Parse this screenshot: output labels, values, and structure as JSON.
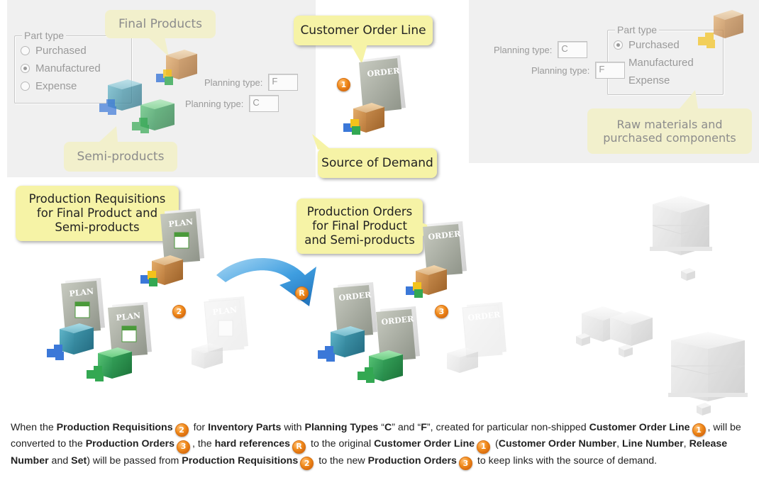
{
  "top_left_panel": {
    "part_type_legend": "Part type",
    "options": [
      "Purchased",
      "Manufactured",
      "Expense"
    ],
    "selected": "Manufactured",
    "planning_type_label": "Planning type:",
    "planning_type_f": "F",
    "planning_type_c": "C"
  },
  "top_right_panel": {
    "part_type_legend": "Part type",
    "options": [
      "Purchased",
      "Manufactured",
      "Expense"
    ],
    "selected": "Purchased",
    "planning_type_label": "Planning type:",
    "planning_type_c": "C",
    "planning_type_f": "F"
  },
  "callouts": {
    "final_products": "Final Products",
    "semi_products": "Semi-products",
    "customer_order_line": "Customer Order Line",
    "source_of_demand": "Source of Demand",
    "raw_materials": "Raw materials and purchased components",
    "production_requisitions": "Production Requisitions for Final Product and Semi-products",
    "production_orders": "Production Orders for Final Product and Semi-products"
  },
  "document_labels": {
    "order": "ORDER",
    "plan": "PLAN"
  },
  "badges": {
    "customer_order_line": "1",
    "production_requisitions": "2",
    "production_orders": "3",
    "hard_references": "R"
  },
  "colors": {
    "callout_yellow": "#f6f3a6",
    "badge_orange": "#f08a1a",
    "arrow_blue": "#2b8fd6",
    "panel_gray": "#f0f0f0"
  },
  "description": {
    "t01": "When the ",
    "b01": "Production Requisitions",
    "t02": " for ",
    "b02": "Inventory Parts",
    "t03": " with ",
    "b03": "Planning Types",
    "t04": " “",
    "b04": "C",
    "t05": "” and “",
    "b05": "F",
    "t06": "”, created for particular non-shipped ",
    "b06": "Customer Order Line",
    "t07": ", will be converted to the ",
    "b07": "Production Orders",
    "t08": ", the ",
    "b08": "hard references",
    "t09": " to the original ",
    "b09": "Customer Order Line",
    "t10": " (",
    "b10": "Customer Order Number",
    "t11": ", ",
    "b11": "Line Number",
    "t12": ", ",
    "b12": "Release Number",
    "t13": " and ",
    "b13": "Set",
    "t14": ") will be passed from ",
    "b14": "Production Requisitions",
    "t15": " to the new ",
    "b15": "Production Orders",
    "t16": " to keep links with the source of demand."
  }
}
